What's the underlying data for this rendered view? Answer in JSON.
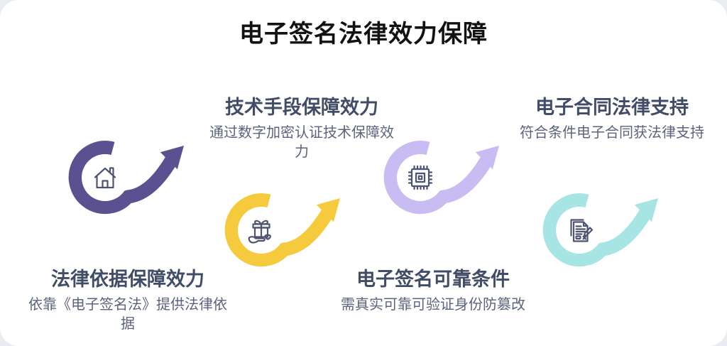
{
  "page": {
    "title": "电子签名法律效力保障"
  },
  "colors": {
    "icon_stroke": "#4d5470",
    "card_background": "#ffffff",
    "title_color": "#121212",
    "step_title_color": "#414d66",
    "step_subtitle_color": "#5a647d"
  },
  "steps": [
    {
      "title": "法律依据保障效力",
      "subtitle_lines": [
        "依靠《电子签名法》提供法律依",
        "据"
      ],
      "color": "#5b5191",
      "icon": "house-icon"
    },
    {
      "title": "技术手段保障效力",
      "subtitle_lines": [
        "通过数字加密认证技术保障效",
        "力"
      ],
      "color": "#f6ca3d",
      "icon": "gift-hand-icon"
    },
    {
      "title": "电子签名可靠条件",
      "subtitle_lines": [
        "需真实可靠可验证身份防篡改"
      ],
      "color": "#c9bcf2",
      "icon": "chip-icon"
    },
    {
      "title": "电子合同法律支持",
      "subtitle_lines": [
        "符合条件电子合同获法律支持"
      ],
      "color": "#a6e5e3",
      "icon": "contract-pen-icon"
    }
  ]
}
